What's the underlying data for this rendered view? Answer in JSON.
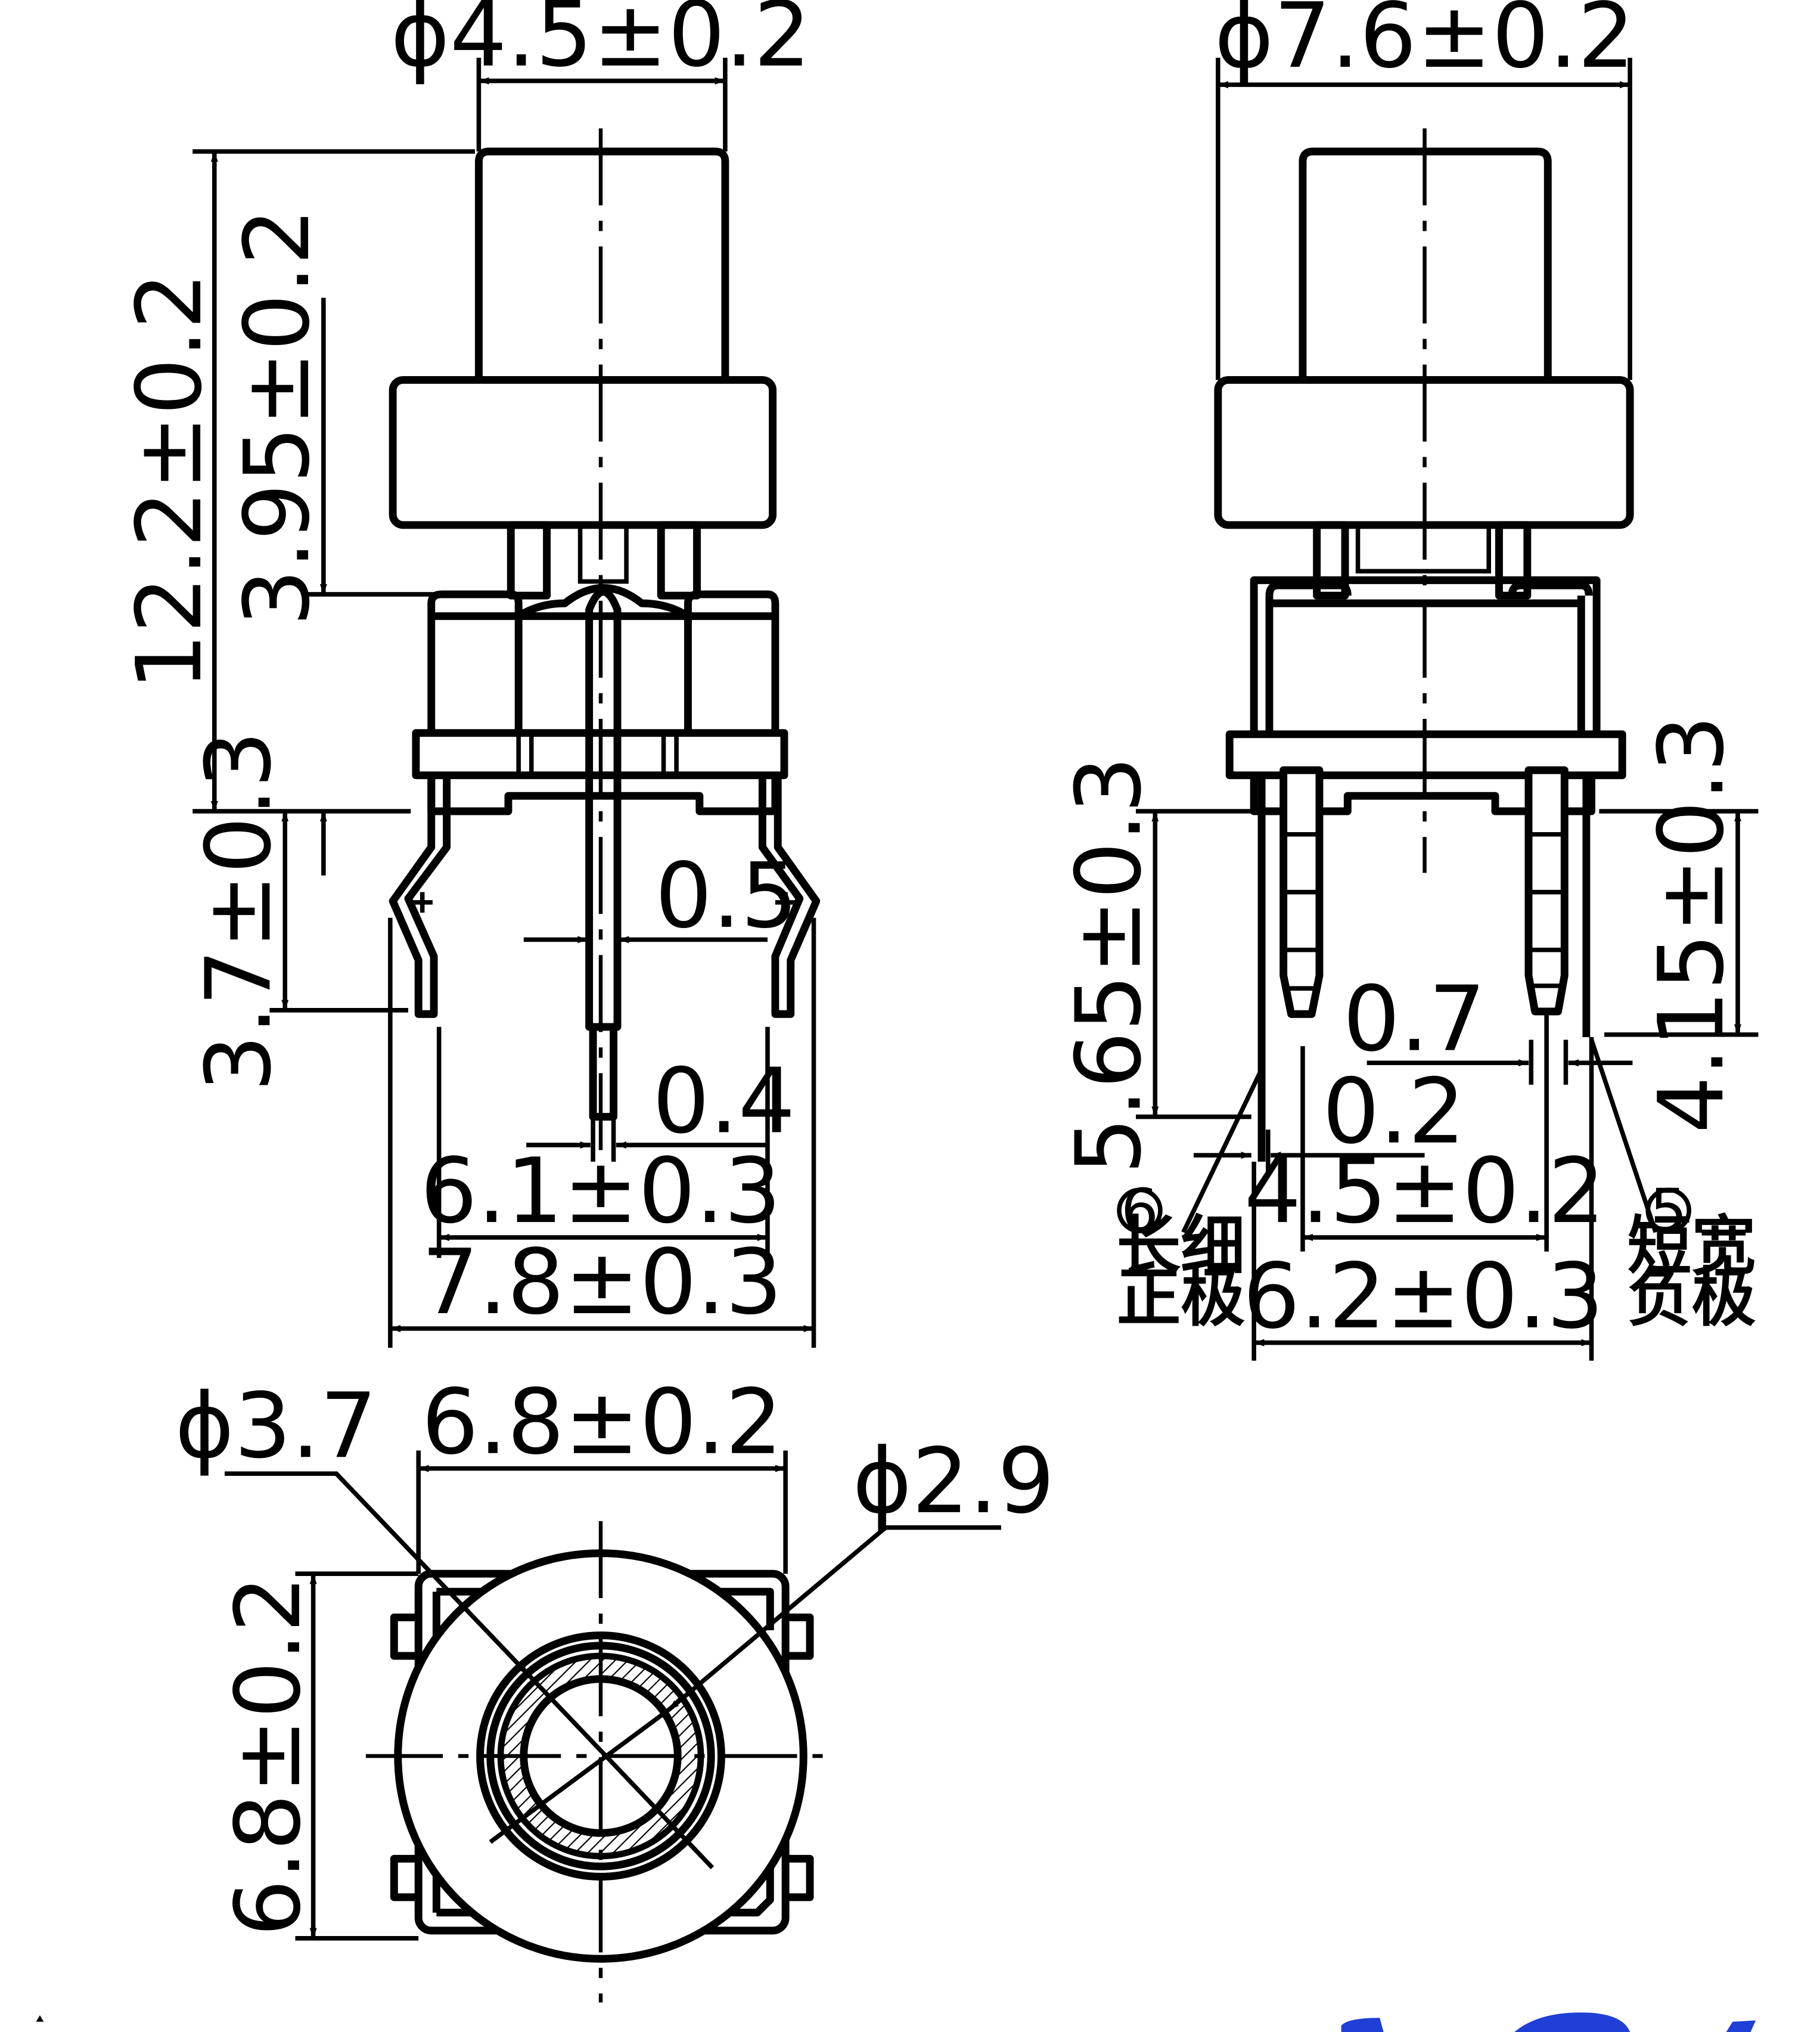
{
  "front_view": {
    "cap_diameter": "ϕ4.5±0.2",
    "total_height": "12.2±0.2",
    "cap_height": "3.95±0.2",
    "pin_length": "3.7±0.3",
    "center_pin_width": "0.5",
    "center_pin_tip": "0.4",
    "pin_spacing": "6.1±0.3",
    "body_width": "7.8±0.3"
  },
  "side_view": {
    "body_diameter": "ϕ7.6±0.2",
    "long_pin_length": "5.65±0.3",
    "short_pin_length": "4.15±0.3",
    "wide_pin_width": "0.7",
    "narrow_pin_width": "0.2",
    "pin_spacing": "4.5±0.2",
    "body_width": "6.2±0.3",
    "pin6": {
      "number": "⑥",
      "line1": "长细",
      "line2": "正极"
    },
    "pin5": {
      "number": "⑤",
      "line1": "短宽",
      "line2": "负极"
    }
  },
  "top_view": {
    "outer_circle": "ϕ3.7",
    "body_width": "6.8±0.2",
    "inner_circle": "ϕ2.9",
    "body_height": "6.8±0.2"
  },
  "colors": {
    "line": "#000000",
    "logo": "#1f3fd6"
  }
}
